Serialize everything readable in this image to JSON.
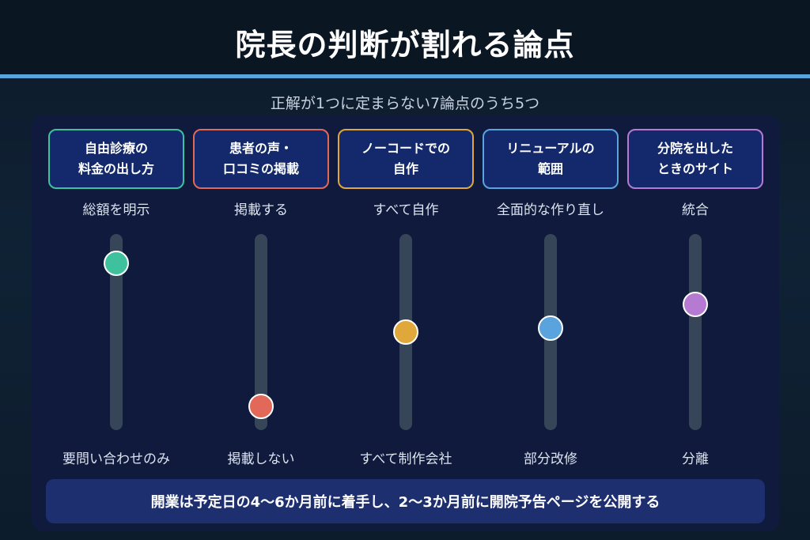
{
  "title": "院長の判断が割れる論点",
  "subtitle": "正解が1つに定まらない7論点のうち5つ",
  "sliders": [
    {
      "card": "自由診療の\n料金の出し方",
      "top": "総額を明示",
      "bottom": "要問い合わせのみ",
      "level": 0.85,
      "color": "#3fc19e"
    },
    {
      "card": "患者の声・\n口コミの掲載",
      "top": "掲載する",
      "bottom": "掲載しない",
      "level": 0.12,
      "color": "#e2685a"
    },
    {
      "card": "ノーコードでの\n自作",
      "top": "すべて自作",
      "bottom": "すべて制作会社",
      "level": 0.5,
      "color": "#e0a83a"
    },
    {
      "card": "リニューアルの\n範囲",
      "top": "全面的な作り直し",
      "bottom": "部分改修",
      "level": 0.52,
      "color": "#5ba3dc"
    },
    {
      "card": "分院を出した\nときのサイト",
      "top": "統合",
      "bottom": "分離",
      "level": 0.64,
      "color": "#b77ad3"
    }
  ],
  "footer": "開業は予定日の4〜6か月前に着手し、2〜3か月前に開院予告ページを公開する"
}
